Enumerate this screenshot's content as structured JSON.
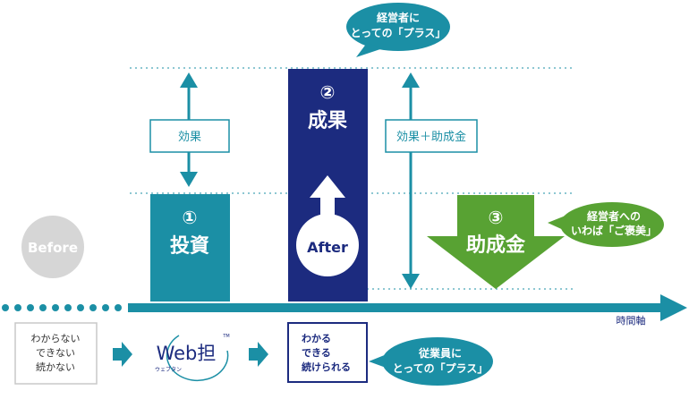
{
  "bubbles": {
    "owner_plus": {
      "line1": "経営者に",
      "line2": "とっての「プラス」"
    },
    "owner_reward": {
      "line1": "経営者への",
      "line2": "いわば「ご褒美」"
    },
    "employee_plus": {
      "line1": "従業員に",
      "line2": "とっての「プラス」"
    }
  },
  "labels": {
    "effect": "効果",
    "effect_plus_subsidy": "効果＋助成金"
  },
  "bars": {
    "investment": {
      "num": "①",
      "label": "投資"
    },
    "outcome": {
      "num": "②",
      "label": "成果"
    },
    "subsidy": {
      "num": "③",
      "label": "助成金"
    }
  },
  "before_label": "Before",
  "after_label": "After",
  "time_axis_label": "時間軸",
  "bottom": {
    "left_box": [
      "わからない",
      "できない",
      "続かない"
    ],
    "logo": {
      "main": "Web担",
      "sub": "ウェブタン",
      "tm": "TM"
    },
    "right_box": [
      "わかる",
      "できる",
      "続けられる"
    ]
  },
  "colors": {
    "teal": "#1b8fa5",
    "navy": "#1c2b7f",
    "green": "#58a233",
    "gray_circle": "#d6d6d6",
    "box_border": "#c8c8c8"
  }
}
